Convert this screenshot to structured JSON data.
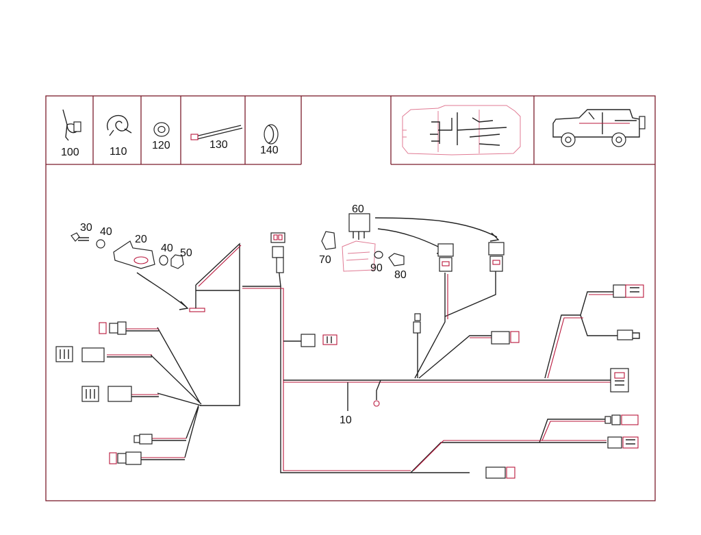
{
  "legend_parts": [
    {
      "number": "100",
      "icon": "clip-fastener-icon"
    },
    {
      "number": "110",
      "icon": "cable-clamp-icon"
    },
    {
      "number": "120",
      "icon": "grommet-icon"
    },
    {
      "number": "130",
      "icon": "cable-tie-icon"
    },
    {
      "number": "140",
      "icon": "sleeve-ring-icon"
    }
  ],
  "callouts": {
    "c10": "10",
    "c20": "20",
    "c30": "30",
    "c40a": "40",
    "c40b": "40",
    "c50": "50",
    "c60": "60",
    "c70": "70",
    "c80": "80",
    "c90": "90"
  },
  "colors": {
    "frame": "#7a1a2a",
    "wire_accent": "#b8143a",
    "ghost": "#e07a93",
    "line": "#222222"
  }
}
